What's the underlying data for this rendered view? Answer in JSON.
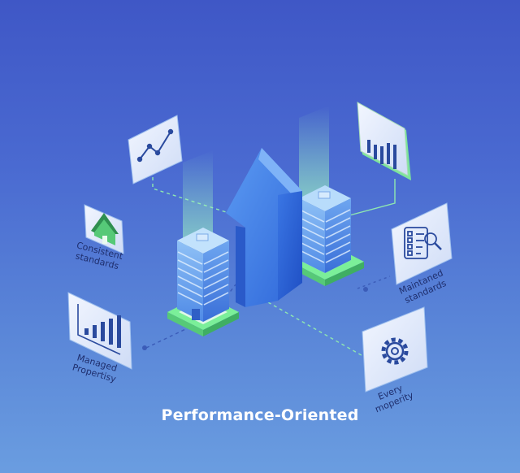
{
  "labels": {
    "consistent": [
      "Consistent",
      "standards"
    ],
    "maintained": [
      "Maintaned",
      "standards"
    ],
    "managed": [
      "Managed",
      "Propertisy"
    ],
    "every": [
      "Every",
      "moperity"
    ]
  },
  "caption": "Performance-Oriented",
  "colors": {
    "bg_top": "#3f57c6",
    "bg_bottom": "#6a9de0",
    "arrow": "#3d7ee6",
    "green": "#6fe38a",
    "card": "#e4edfb"
  },
  "icons": [
    "line-chart-icon",
    "bar-chart-icon",
    "house-icon",
    "checklist-search-icon",
    "bar-chart-icon",
    "gear-icon"
  ]
}
